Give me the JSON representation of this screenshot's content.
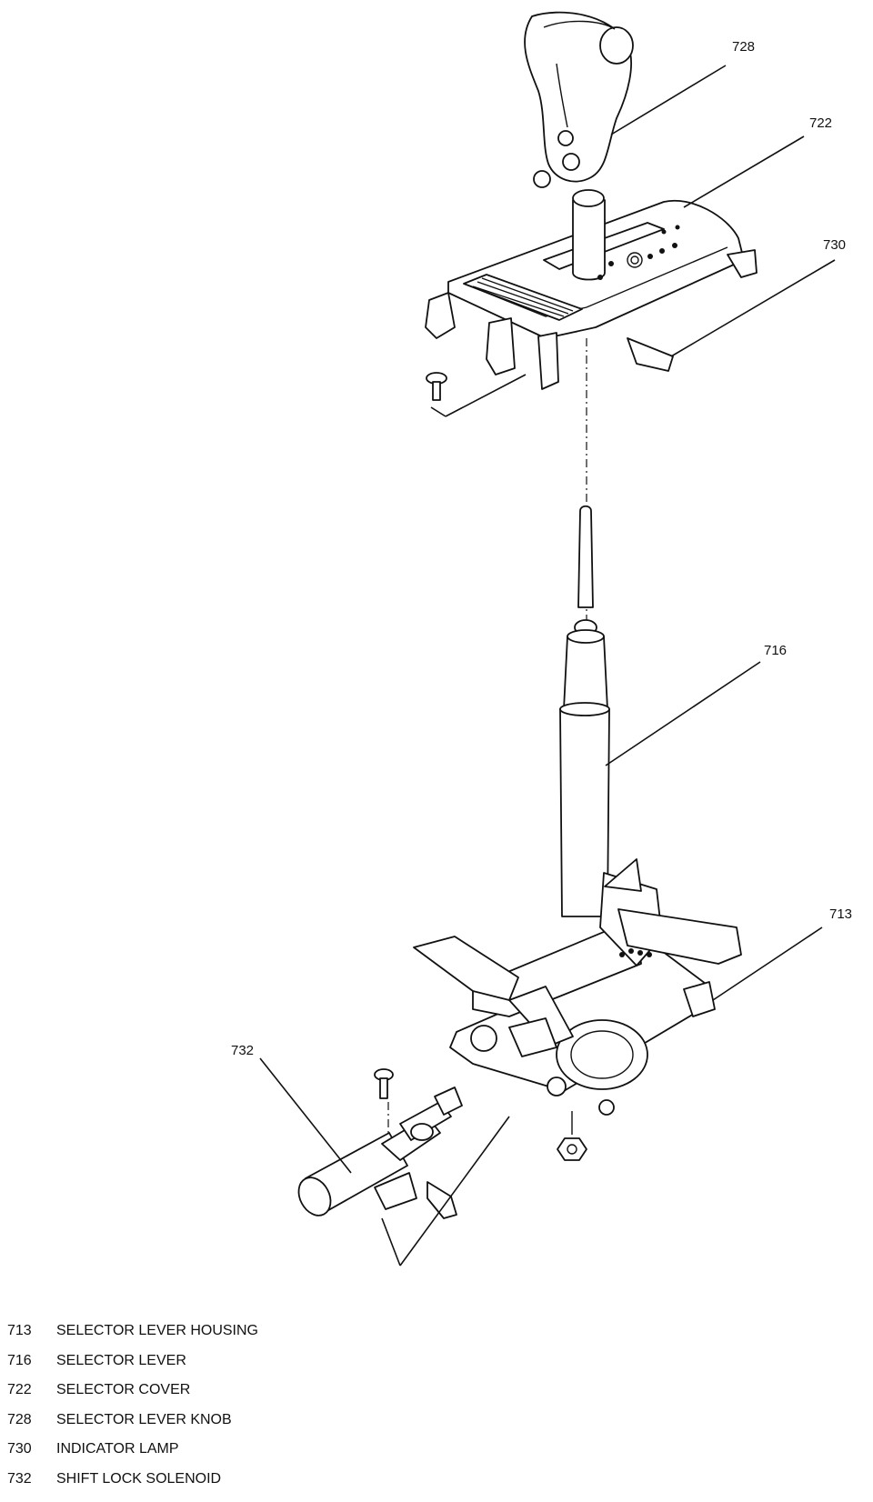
{
  "callouts": {
    "knob": "728",
    "cover": "722",
    "lamp": "730",
    "lever": "716",
    "housing": "713",
    "solenoid": "732"
  },
  "legend": [
    {
      "number": "713",
      "description": "SELECTOR LEVER HOUSING"
    },
    {
      "number": "716",
      "description": "SELECTOR LEVER"
    },
    {
      "number": "722",
      "description": "SELECTOR COVER"
    },
    {
      "number": "728",
      "description": "SELECTOR LEVER KNOB"
    },
    {
      "number": "730",
      "description": "INDICATOR LAMP"
    },
    {
      "number": "732",
      "description": "SHIFT LOCK SOLENOID"
    }
  ]
}
